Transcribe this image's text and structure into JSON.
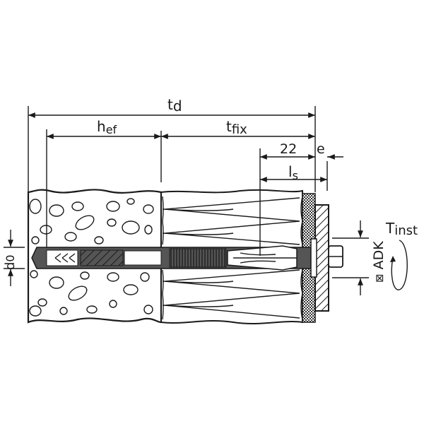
{
  "labels": {
    "td": {
      "main": "t",
      "sub": "d"
    },
    "hef": {
      "main": "h",
      "sub": "ef"
    },
    "tfix": {
      "main": "t",
      "sub": "fix"
    },
    "dim_22": "22",
    "e": "e",
    "ls": {
      "main": "l",
      "sub": "s"
    },
    "d0": {
      "main": "d",
      "sub": "0"
    },
    "tinst": {
      "main": "T",
      "sub": "inst"
    },
    "adk": "ADK",
    "adk_symbol": "⊠"
  },
  "colors": {
    "line": "#1a1a1a",
    "background": "#ffffff"
  }
}
